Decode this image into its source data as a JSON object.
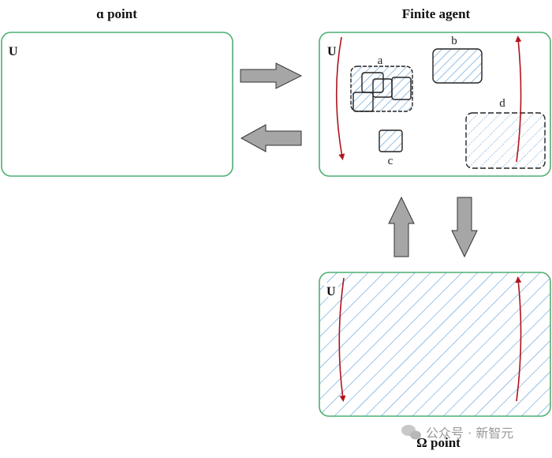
{
  "diagram": {
    "panels": {
      "alpha": {
        "title": "ɑ  point",
        "universe_label": "U"
      },
      "finite": {
        "title": "Finite agent",
        "universe_label": "U",
        "sets": [
          {
            "label": "a",
            "style": "dashed-border-composite"
          },
          {
            "label": "b",
            "style": "solid"
          },
          {
            "label": "c",
            "style": "solid"
          },
          {
            "label": "d",
            "style": "dashed"
          }
        ]
      },
      "omega": {
        "title": "Ω point",
        "universe_label": "U"
      }
    },
    "arrows": [
      {
        "from": "alpha",
        "to": "finite",
        "direction": "right"
      },
      {
        "from": "finite",
        "to": "alpha",
        "direction": "left"
      },
      {
        "from": "omega",
        "to": "finite",
        "direction": "up"
      },
      {
        "from": "finite",
        "to": "omega",
        "direction": "down"
      }
    ],
    "colors": {
      "panel_border": "#4caf72",
      "hatch": "#5b9bd5",
      "cycle_arrow": "#b0141c",
      "block_arrow": "#a6a6a6"
    }
  },
  "watermark": {
    "text": "公众号 · 新智元",
    "icon": "wechat-icon"
  }
}
